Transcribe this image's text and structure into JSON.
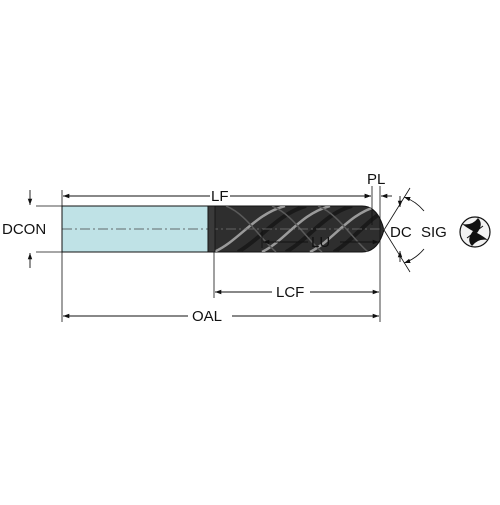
{
  "labels": {
    "dcon": "DCON",
    "lf": "LF",
    "pl": "PL",
    "dc": "DC",
    "sig": "SIG",
    "lu": "LU",
    "lcf": "LCF",
    "oal": "OAL"
  },
  "colors": {
    "shank_fill": "#bfe2e6",
    "body_fill": "#2e2e2e",
    "flute_highlight": "#9a9a9a",
    "line": "#111111",
    "background": "#ffffff"
  }
}
